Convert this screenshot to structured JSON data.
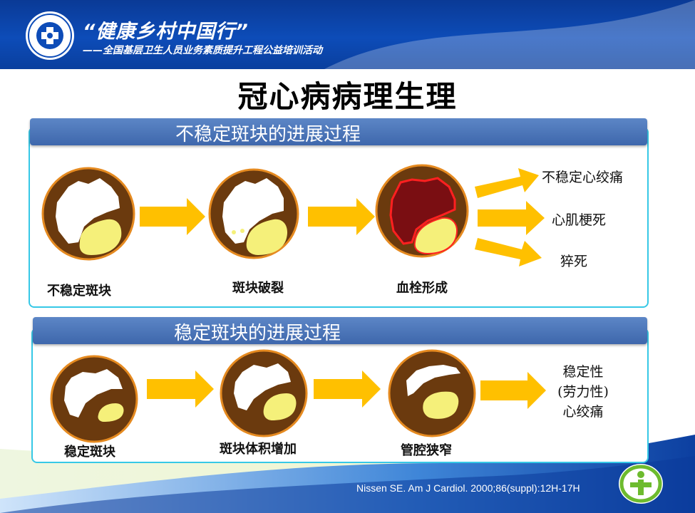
{
  "header": {
    "title": "“健康乡村中国行”",
    "subtitle": "——全国基层卫生人员业务素质提升工程公益培训活动"
  },
  "page_title": "冠心病病理生理",
  "unstable": {
    "heading": "不稳定斑块的进展过程",
    "stages": [
      "不稳定斑块",
      "斑块破裂",
      "血栓形成"
    ],
    "outcomes": [
      "不稳定心绞痛",
      "心肌梗死",
      "猝死"
    ]
  },
  "stable": {
    "heading": "稳定斑块的进展过程",
    "stages": [
      "稳定斑块",
      "斑块体积增加",
      "管腔狭窄"
    ],
    "outcome_lines": [
      "稳定性",
      "(劳力性)",
      "心绞痛"
    ]
  },
  "citation": "Nissen SE. Am J Cardiol. 2000;86(suppl):12H-17H",
  "colors": {
    "header_blue": "#0d4cb8",
    "bar_blue": "#4a74b8",
    "panel_border": "#36c8e6",
    "vessel_wall": "#6b3a0e",
    "plaque_yellow": "#f5f07a",
    "thrombus": "#7a0e12",
    "arrow_yellow": "#ffc000"
  }
}
